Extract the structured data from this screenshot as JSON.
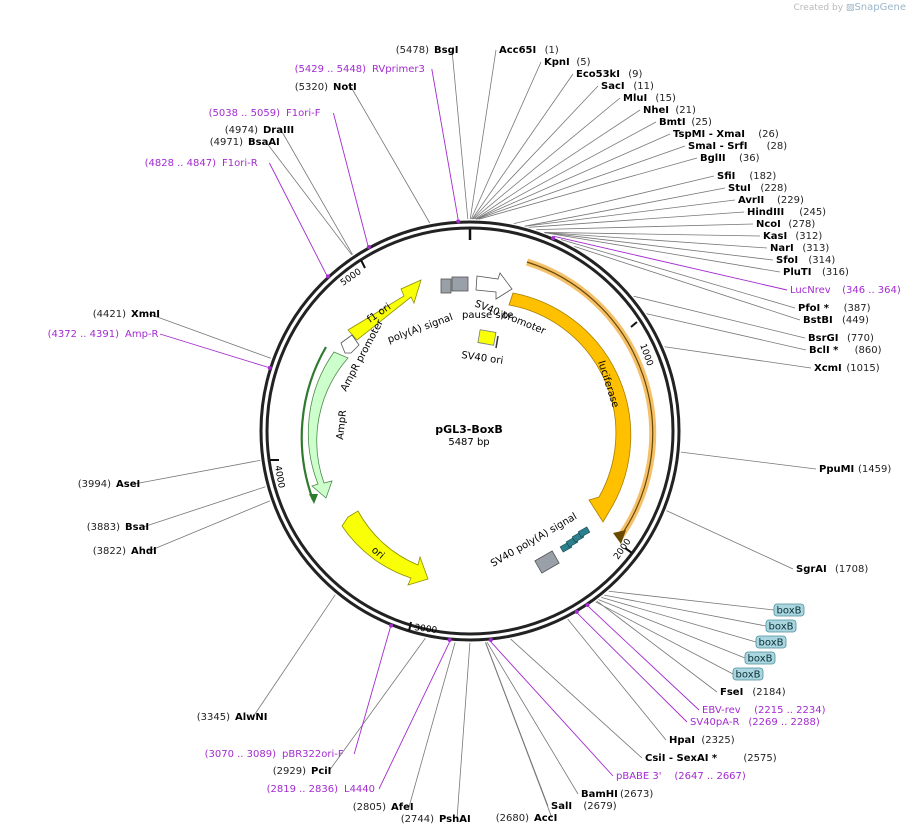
{
  "watermark": {
    "prefix": "Created by",
    "brand": "SnapGene"
  },
  "plasmid": {
    "name": "pGL3-BoxB",
    "size_label": "5487 bp",
    "length": 5487
  },
  "ticks": [
    "1000",
    "2000",
    "3000",
    "4000",
    "5000"
  ],
  "features": [
    {
      "id": "f1ori",
      "label": "f1 ori",
      "color": "#f9ff07"
    },
    {
      "id": "amprpromoter",
      "label": "AmpR promoter",
      "color": "#ffffff"
    },
    {
      "id": "ampr",
      "label": "AmpR",
      "color": "#ccffcc"
    },
    {
      "id": "ori",
      "label": "ori",
      "color": "#f9ff07"
    },
    {
      "id": "polyasignal",
      "label": "poly(A) signal",
      "color": "#9aa0a8"
    },
    {
      "id": "pausesite",
      "label": "pause site",
      "color": "#ffffff"
    },
    {
      "id": "sv40promoter",
      "label": "SV40 promoter",
      "color": "#ffffff"
    },
    {
      "id": "sv40ori",
      "label": "SV40 ori",
      "color": "#f9ff07"
    },
    {
      "id": "luciferase",
      "label": "luciferase",
      "color": "#ffc000"
    },
    {
      "id": "sv40polya",
      "label": "SV40 poly(A) signal",
      "color": "#9aa0a8"
    },
    {
      "id": "boxbblock",
      "label": "boxB",
      "color": "#2c7f8c"
    }
  ],
  "enzymes": [
    {
      "name": "BsgI",
      "pos": "(5478)",
      "side": "L"
    },
    {
      "name": "NotI",
      "pos": "(5320)",
      "side": "L"
    },
    {
      "name": "DraIII",
      "pos": "(4974)",
      "side": "L"
    },
    {
      "name": "BsaAI",
      "pos": "(4971)",
      "side": "L"
    },
    {
      "name": "XmnI",
      "pos": "(4421)",
      "side": "L"
    },
    {
      "name": "AseI",
      "pos": "(3994)",
      "side": "L"
    },
    {
      "name": "BsaI",
      "pos": "(3883)",
      "side": "L"
    },
    {
      "name": "AhdI",
      "pos": "(3822)",
      "side": "L"
    },
    {
      "name": "AlwNI",
      "pos": "(3345)",
      "side": "L"
    },
    {
      "name": "PciI",
      "pos": "(2929)",
      "side": "L"
    },
    {
      "name": "AfeI",
      "pos": "(2805)",
      "side": "L"
    },
    {
      "name": "PshAI",
      "pos": "(2744)",
      "side": "L"
    },
    {
      "name": "AccI",
      "pos": "(2680)",
      "side": "L"
    },
    {
      "name": "Acc65I",
      "pos": "(1)",
      "side": "R"
    },
    {
      "name": "KpnI",
      "pos": "(5)",
      "side": "R"
    },
    {
      "name": "Eco53kI",
      "pos": "(9)",
      "side": "R"
    },
    {
      "name": "SacI",
      "pos": "(11)",
      "side": "R"
    },
    {
      "name": "MluI",
      "pos": "(15)",
      "side": "R"
    },
    {
      "name": "NheI",
      "pos": "(21)",
      "side": "R"
    },
    {
      "name": "BmtI",
      "pos": "(25)",
      "side": "R"
    },
    {
      "name": "TspMI - XmaI",
      "pos": "(26)",
      "side": "R"
    },
    {
      "name": "SmaI - SrfI",
      "pos": "(28)",
      "side": "R"
    },
    {
      "name": "BglII",
      "pos": "(36)",
      "side": "R"
    },
    {
      "name": "SfiI",
      "pos": "(182)",
      "side": "R"
    },
    {
      "name": "StuI",
      "pos": "(228)",
      "side": "R"
    },
    {
      "name": "AvrII",
      "pos": "(229)",
      "side": "R"
    },
    {
      "name": "HindIII",
      "pos": "(245)",
      "side": "R"
    },
    {
      "name": "NcoI",
      "pos": "(278)",
      "side": "R"
    },
    {
      "name": "KasI",
      "pos": "(312)",
      "side": "R"
    },
    {
      "name": "NarI",
      "pos": "(313)",
      "side": "R"
    },
    {
      "name": "SfoI",
      "pos": "(314)",
      "side": "R"
    },
    {
      "name": "PluTI",
      "pos": "(316)",
      "side": "R"
    },
    {
      "name": "PfoI *",
      "pos": "(387)",
      "side": "R"
    },
    {
      "name": "BstBI",
      "pos": "(449)",
      "side": "R"
    },
    {
      "name": "BsrGI",
      "pos": "(770)",
      "side": "R"
    },
    {
      "name": "BclI *",
      "pos": "(860)",
      "side": "R"
    },
    {
      "name": "XcmI",
      "pos": "(1015)",
      "side": "R"
    },
    {
      "name": "PpuMI",
      "pos": "(1459)",
      "side": "R"
    },
    {
      "name": "SgrAI",
      "pos": "(1708)",
      "side": "R"
    },
    {
      "name": "FseI",
      "pos": "(2184)",
      "side": "R"
    },
    {
      "name": "HpaI",
      "pos": "(2325)",
      "side": "R"
    },
    {
      "name": "CsiI - SexAI *",
      "pos": "(2575)",
      "side": "R"
    },
    {
      "name": "BamHI",
      "pos": "(2673)",
      "side": "R"
    },
    {
      "name": "SalI",
      "pos": "(2679)",
      "side": "R"
    }
  ],
  "primers": [
    {
      "name": "RVprimer3",
      "range": "(5429 .. 5448)"
    },
    {
      "name": "F1ori-F",
      "range": "(5038 .. 5059)"
    },
    {
      "name": "F1ori-R",
      "range": "(4828 .. 4847)"
    },
    {
      "name": "Amp-R",
      "range": "(4372 .. 4391)"
    },
    {
      "name": "pBR322ori-F",
      "range": "(3070 .. 3089)"
    },
    {
      "name": "L4440",
      "range": "(2819 .. 2836)"
    },
    {
      "name": "LucNrev",
      "range": "(346 .. 364)"
    },
    {
      "name": "EBV-rev",
      "range": "(2215 .. 2234)"
    },
    {
      "name": "SV40pA-R",
      "range": "(2269 .. 2288)"
    },
    {
      "name": "pBABE 3'",
      "range": "(2647 .. 2667)"
    }
  ],
  "boxb_labels": [
    "boxB",
    "boxB",
    "boxB",
    "boxB",
    "boxB"
  ],
  "colors": {
    "primer": "#a32bd0",
    "enzyme_line": "#777777",
    "backbone": "#222222",
    "boxb_fill": "#a9d6df"
  }
}
